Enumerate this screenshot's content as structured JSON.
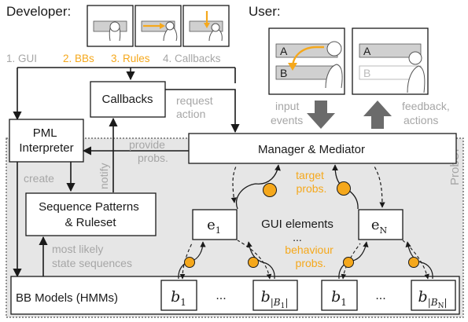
{
  "colors": {
    "orange": "#f5a81c",
    "gray_text": "#a6a6a6",
    "dark": "#1a1a1a",
    "shaded_region": "#e6e6e6",
    "big_arrow": "#6b6b6b"
  },
  "developer": {
    "title": "Developer:",
    "steps": {
      "gui": "1. GUI",
      "bbs": "2. BBs",
      "rules": "3. Rules",
      "callbacks": "4. Callbacks"
    }
  },
  "user": {
    "title": "User:",
    "screen_left": {
      "item_a": "A",
      "item_b": "B"
    },
    "screen_right": {
      "item_a": "A",
      "item_b": "B"
    },
    "input_events": [
      "input",
      "events"
    ],
    "feedback_actions": [
      "feedback,",
      "actions"
    ]
  },
  "boxes": {
    "callbacks": "Callbacks",
    "pml": [
      "PML",
      "Interpreter"
    ],
    "manager": "Manager & Mediator",
    "sequence": [
      "Sequence Patterns",
      "& Ruleset"
    ],
    "bb_models": "BB Models (HMMs)"
  },
  "labels": {
    "request_action": [
      "request",
      "action"
    ],
    "provide_probs": [
      "provide",
      "probs."
    ],
    "create": "create",
    "notify": "notify",
    "most_likely": [
      "most likely",
      "state sequences"
    ],
    "target_probs": [
      "target",
      "probs."
    ],
    "gui_elements": "GUI elements",
    "behaviour_probs": [
      "behaviour",
      "probs."
    ],
    "probui": "ProbUI"
  },
  "elements": {
    "e1": {
      "base": "e",
      "sub": "1"
    },
    "eN": {
      "base": "e",
      "sub": "N"
    },
    "ellipsis": "..."
  },
  "bb_nodes": {
    "b1": {
      "base": "b",
      "sub": "1"
    },
    "bB1": {
      "base": "b",
      "sub": "|B",
      "sub2": "1",
      "tail": "|"
    },
    "bBN": {
      "base": "b",
      "sub": "|B",
      "sub2": "N",
      "tail": "|"
    },
    "ellipsis": "..."
  }
}
